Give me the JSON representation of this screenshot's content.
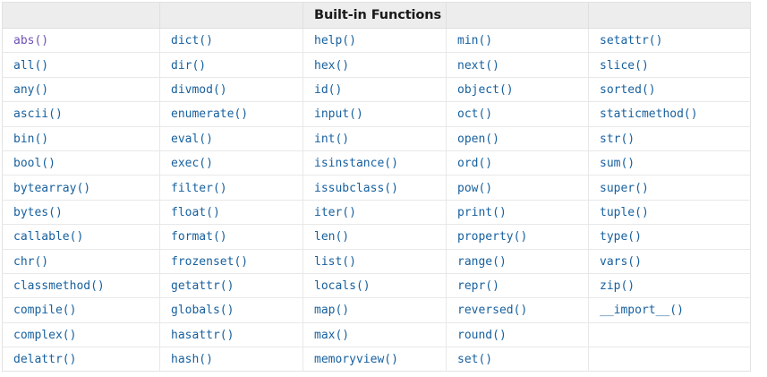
{
  "table": {
    "title": "Built-in Functions",
    "title_column_index": 2,
    "column_count": 5,
    "header_cells": [
      "",
      "",
      "Built-in Functions",
      "",
      ""
    ],
    "link_color": "#17609e",
    "visited_link_color": "#6f51b5",
    "header_background": "#ededed",
    "border_color": "#e8e8e8",
    "rows": [
      [
        {
          "label": "abs()",
          "state": "visited"
        },
        {
          "label": "dict()",
          "state": "link"
        },
        {
          "label": "help()",
          "state": "link"
        },
        {
          "label": "min()",
          "state": "link"
        },
        {
          "label": "setattr()",
          "state": "link"
        }
      ],
      [
        {
          "label": "all()",
          "state": "link"
        },
        {
          "label": "dir()",
          "state": "link"
        },
        {
          "label": "hex()",
          "state": "link"
        },
        {
          "label": "next()",
          "state": "link"
        },
        {
          "label": "slice()",
          "state": "link"
        }
      ],
      [
        {
          "label": "any()",
          "state": "link"
        },
        {
          "label": "divmod()",
          "state": "link"
        },
        {
          "label": "id()",
          "state": "link"
        },
        {
          "label": "object()",
          "state": "link"
        },
        {
          "label": "sorted()",
          "state": "link"
        }
      ],
      [
        {
          "label": "ascii()",
          "state": "link"
        },
        {
          "label": "enumerate()",
          "state": "link"
        },
        {
          "label": "input()",
          "state": "link"
        },
        {
          "label": "oct()",
          "state": "link"
        },
        {
          "label": "staticmethod()",
          "state": "link"
        }
      ],
      [
        {
          "label": "bin()",
          "state": "link"
        },
        {
          "label": "eval()",
          "state": "link"
        },
        {
          "label": "int()",
          "state": "link"
        },
        {
          "label": "open()",
          "state": "link"
        },
        {
          "label": "str()",
          "state": "link"
        }
      ],
      [
        {
          "label": "bool()",
          "state": "link"
        },
        {
          "label": "exec()",
          "state": "link"
        },
        {
          "label": "isinstance()",
          "state": "link"
        },
        {
          "label": "ord()",
          "state": "link"
        },
        {
          "label": "sum()",
          "state": "link"
        }
      ],
      [
        {
          "label": "bytearray()",
          "state": "link"
        },
        {
          "label": "filter()",
          "state": "link"
        },
        {
          "label": "issubclass()",
          "state": "link"
        },
        {
          "label": "pow()",
          "state": "link"
        },
        {
          "label": "super()",
          "state": "link"
        }
      ],
      [
        {
          "label": "bytes()",
          "state": "link"
        },
        {
          "label": "float()",
          "state": "link"
        },
        {
          "label": "iter()",
          "state": "link"
        },
        {
          "label": "print()",
          "state": "link"
        },
        {
          "label": "tuple()",
          "state": "link"
        }
      ],
      [
        {
          "label": "callable()",
          "state": "link"
        },
        {
          "label": "format()",
          "state": "link"
        },
        {
          "label": "len()",
          "state": "link"
        },
        {
          "label": "property()",
          "state": "link"
        },
        {
          "label": "type()",
          "state": "link"
        }
      ],
      [
        {
          "label": "chr()",
          "state": "link"
        },
        {
          "label": "frozenset()",
          "state": "link"
        },
        {
          "label": "list()",
          "state": "link"
        },
        {
          "label": "range()",
          "state": "link"
        },
        {
          "label": "vars()",
          "state": "link"
        }
      ],
      [
        {
          "label": "classmethod()",
          "state": "link"
        },
        {
          "label": "getattr()",
          "state": "link"
        },
        {
          "label": "locals()",
          "state": "link"
        },
        {
          "label": "repr()",
          "state": "link"
        },
        {
          "label": "zip()",
          "state": "link"
        }
      ],
      [
        {
          "label": "compile()",
          "state": "link"
        },
        {
          "label": "globals()",
          "state": "link"
        },
        {
          "label": "map()",
          "state": "link"
        },
        {
          "label": "reversed()",
          "state": "link"
        },
        {
          "label": "__import__()",
          "state": "link"
        }
      ],
      [
        {
          "label": "complex()",
          "state": "link"
        },
        {
          "label": "hasattr()",
          "state": "link"
        },
        {
          "label": "max()",
          "state": "link"
        },
        {
          "label": "round()",
          "state": "link"
        },
        {
          "label": "",
          "state": "empty"
        }
      ],
      [
        {
          "label": "delattr()",
          "state": "link"
        },
        {
          "label": "hash()",
          "state": "link"
        },
        {
          "label": "memoryview()",
          "state": "link"
        },
        {
          "label": "set()",
          "state": "link"
        },
        {
          "label": "",
          "state": "empty"
        }
      ]
    ]
  }
}
